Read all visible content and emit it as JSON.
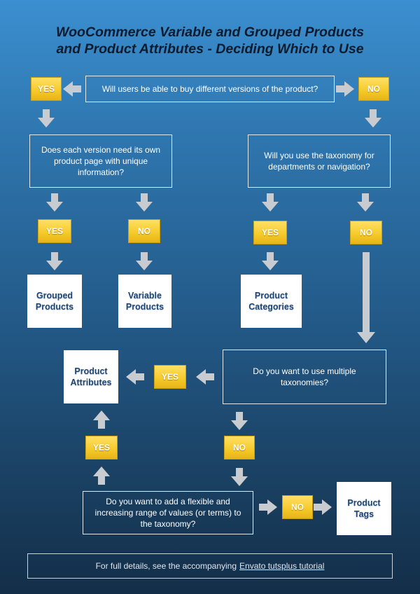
{
  "title": {
    "line1": "WooCommerce Variable and Grouped Products",
    "line2": "and Product Attributes - Deciding Which to Use"
  },
  "questions": {
    "q1": "Will users be able to buy different versions of the product?",
    "q2": "Does each version need its own product page with unique information?",
    "q3": "Will you use the taxonomy for departments or navigation?",
    "q4": "Do you want to use multiple taxonomies?",
    "q5": "Do you want to add a flexible and increasing range of values (or terms) to the taxonomy?"
  },
  "labels": {
    "yes": "YES",
    "no": "NO"
  },
  "results": {
    "grouped": [
      "Grouped",
      "Products"
    ],
    "variable": [
      "Variable",
      "Products"
    ],
    "categories": [
      "Product",
      "Categories"
    ],
    "attributes": [
      "Product",
      "Attributes"
    ],
    "tags": [
      "Product",
      "Tags"
    ]
  },
  "footer": {
    "text": "For full details, see the accompanying",
    "link": "Envato tutsplus tutorial"
  },
  "colors": {
    "badge": "#f6cb2d",
    "arrow": "#c8ccd1",
    "result_text": "#1d4778",
    "title": "#0d1b2e"
  }
}
